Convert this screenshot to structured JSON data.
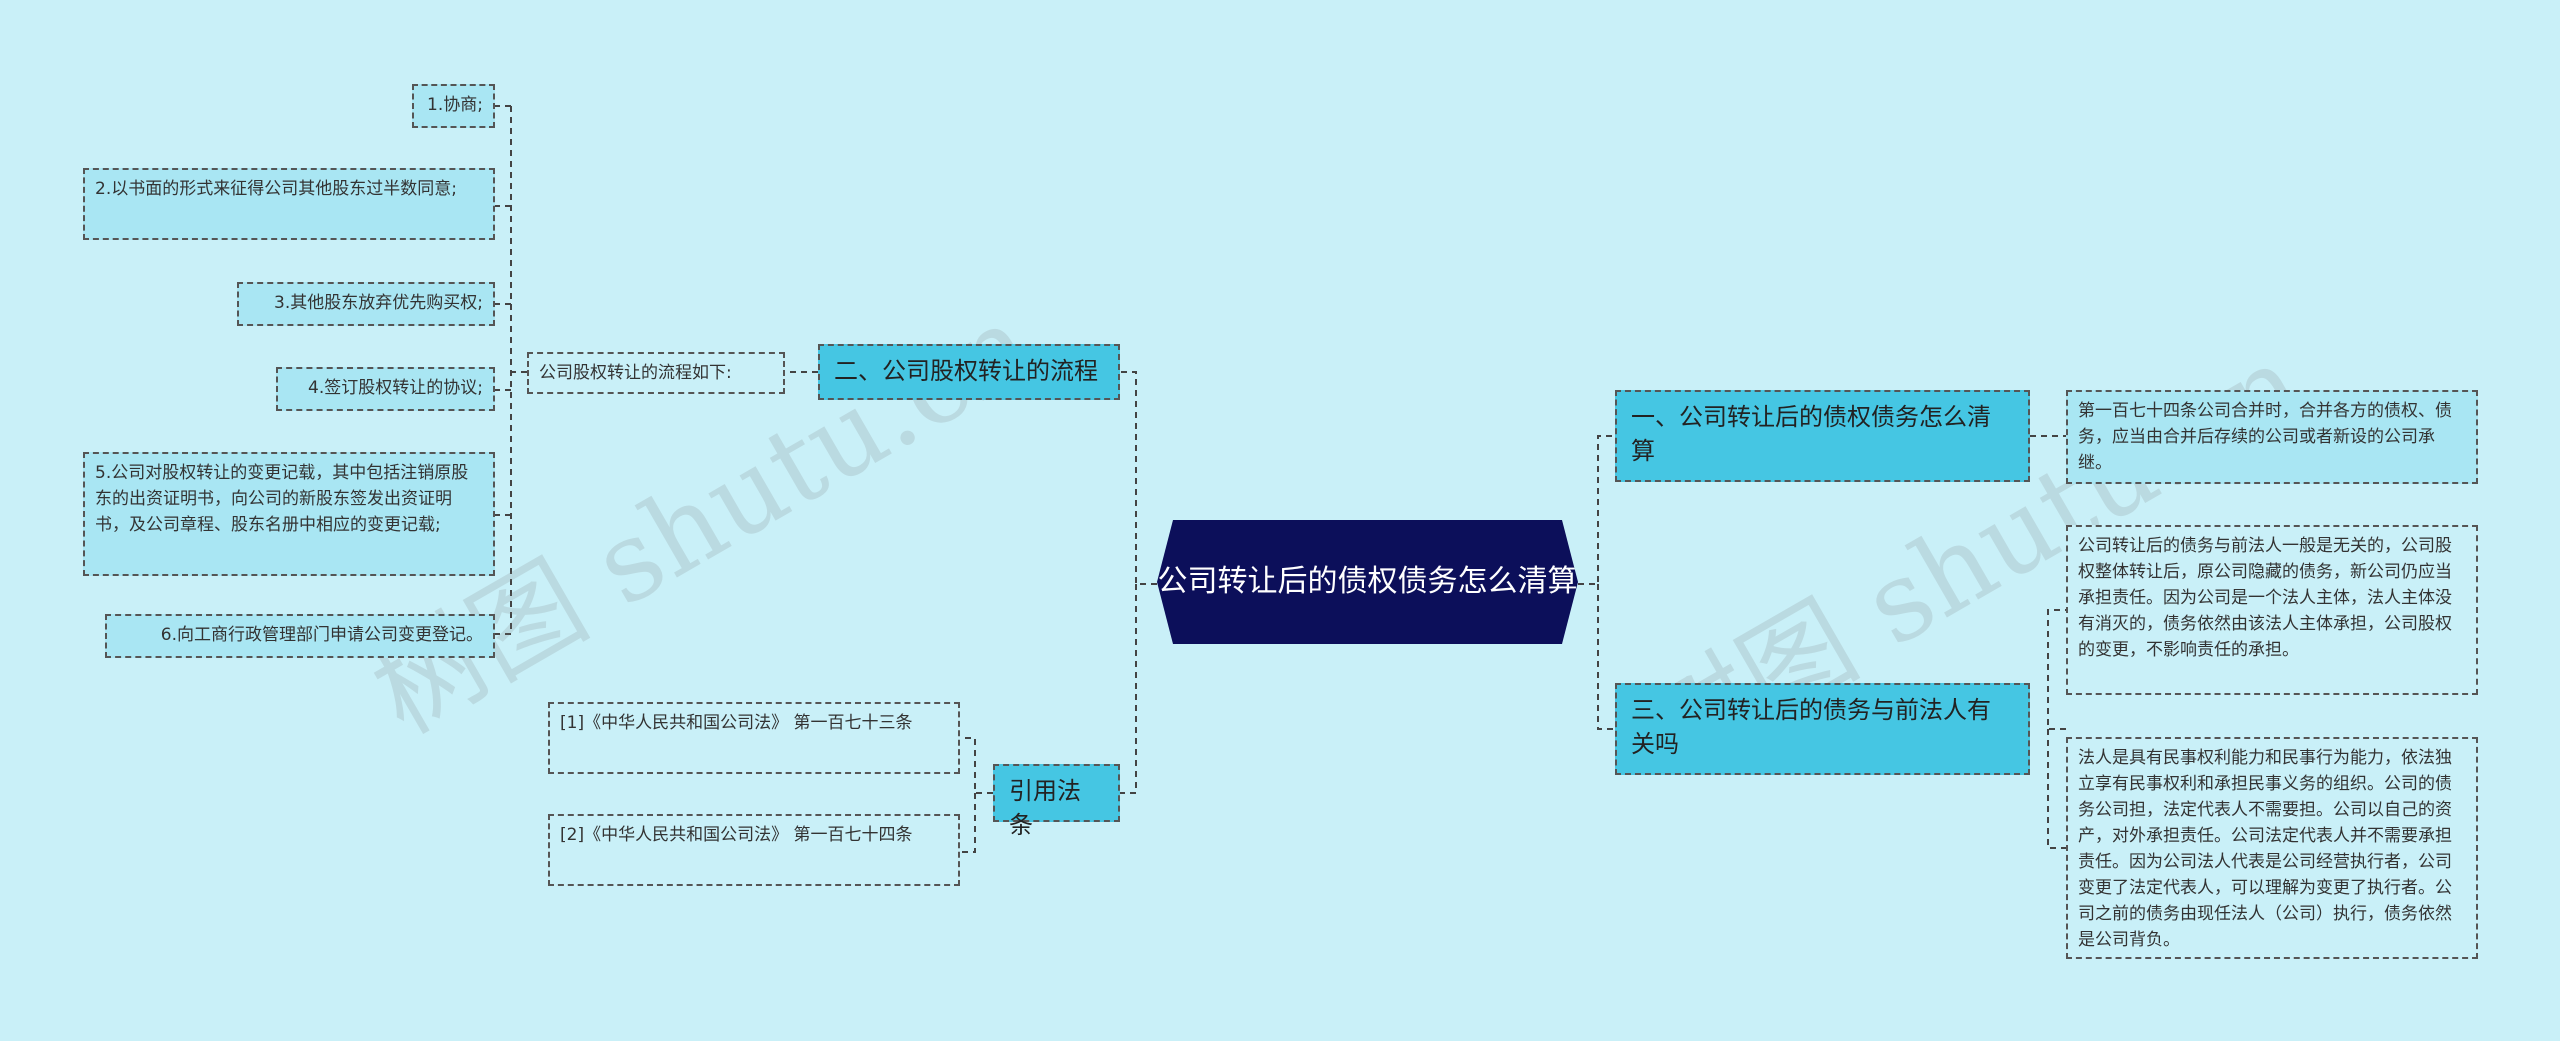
{
  "root": {
    "title": "公司转让后的债权债务怎么清算"
  },
  "left": {
    "flow": {
      "title": "二、公司股权转让的流程",
      "intro": "公司股权转让的流程如下:",
      "steps": [
        "1.协商;",
        "2.以书面的形式来征得公司其他股东过半数同意;",
        "3.其他股东放弃优先购买权;",
        "4.签订股权转让的协议;",
        "5.公司对股权转让的变更记载，其中包括注销原股东的出资证明书，向公司的新股东签发出资证明书，及公司章程、股东名册中相应的变更记载;",
        "6.向工商行政管理部门申请公司变更登记。"
      ]
    },
    "laws": {
      "title": "引用法条",
      "items": [
        "[1]《中华人民共和国公司法》 第一百七十三条",
        "[2]《中华人民共和国公司法》 第一百七十四条"
      ]
    }
  },
  "right": {
    "section1": {
      "title": "一、公司转让后的债权债务怎么清算",
      "detail": "第一百七十四条公司合并时，合并各方的债权、债务，应当由合并后存续的公司或者新设的公司承继。"
    },
    "section3": {
      "title": "三、公司转让后的债务与前法人有关吗",
      "details": [
        "公司转让后的债务与前法人一般是无关的，公司股权整体转让后，原公司隐藏的债务，新公司仍应当承担责任。因为公司是一个法人主体，法人主体没有消灭的，债务依然由该法人主体承担，公司股权的变更，不影响责任的承担。",
        "法人是具有民事权利能力和民事行为能力，依法独立享有民事权利和承担民事义务的组织。公司的债务公司担，法定代表人不需要担。公司以自己的资产，对外承担责任。公司法定代表人并不需要承担责任。因为公司法人代表是公司经营执行者，公司变更了法定代表人，可以理解为变更了执行者。公司之前的债务由现任法人（公司）执行，债务依然是公司背负。"
      ]
    }
  },
  "watermark": {
    "text": "树图 shutu.cn"
  }
}
